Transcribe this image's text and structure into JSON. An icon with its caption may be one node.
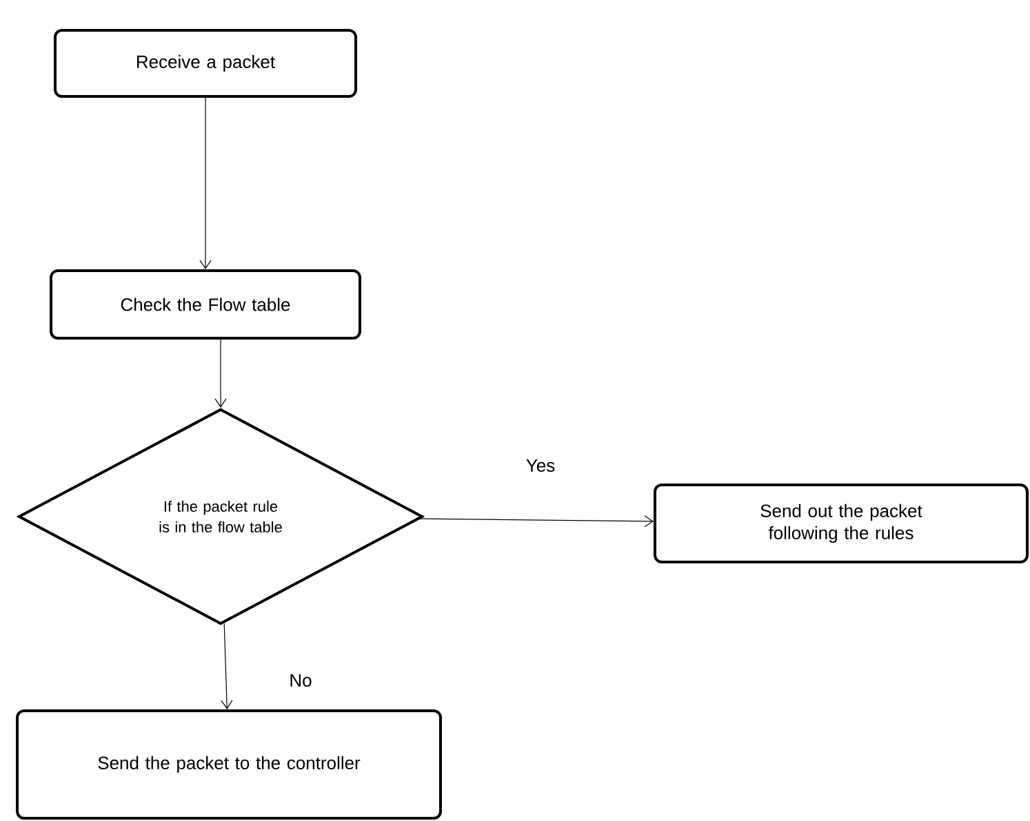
{
  "diagram": {
    "nodes": [
      {
        "text": [
          "Receive a packet"
        ]
      },
      {
        "text": [
          "Check the Flow table"
        ]
      },
      {
        "text": [
          "If the packet rule is in the flow table"
        ]
      },
      {
        "text": [
          "Send out the packet following the rules"
        ]
      },
      {
        "text": [
          "Send the packet to the controller"
        ]
      }
    ],
    "edges": [
      {
        "from": 0,
        "to": 1,
        "arrow": "to"
      },
      {
        "from": 1,
        "to": 2,
        "arrow": "to"
      },
      {
        "from": 2,
        "to": 3,
        "arrow": "to",
        "label": "Yes"
      },
      {
        "from": 2,
        "to": 4,
        "arrow": "to",
        "label": "No"
      }
    ]
  }
}
